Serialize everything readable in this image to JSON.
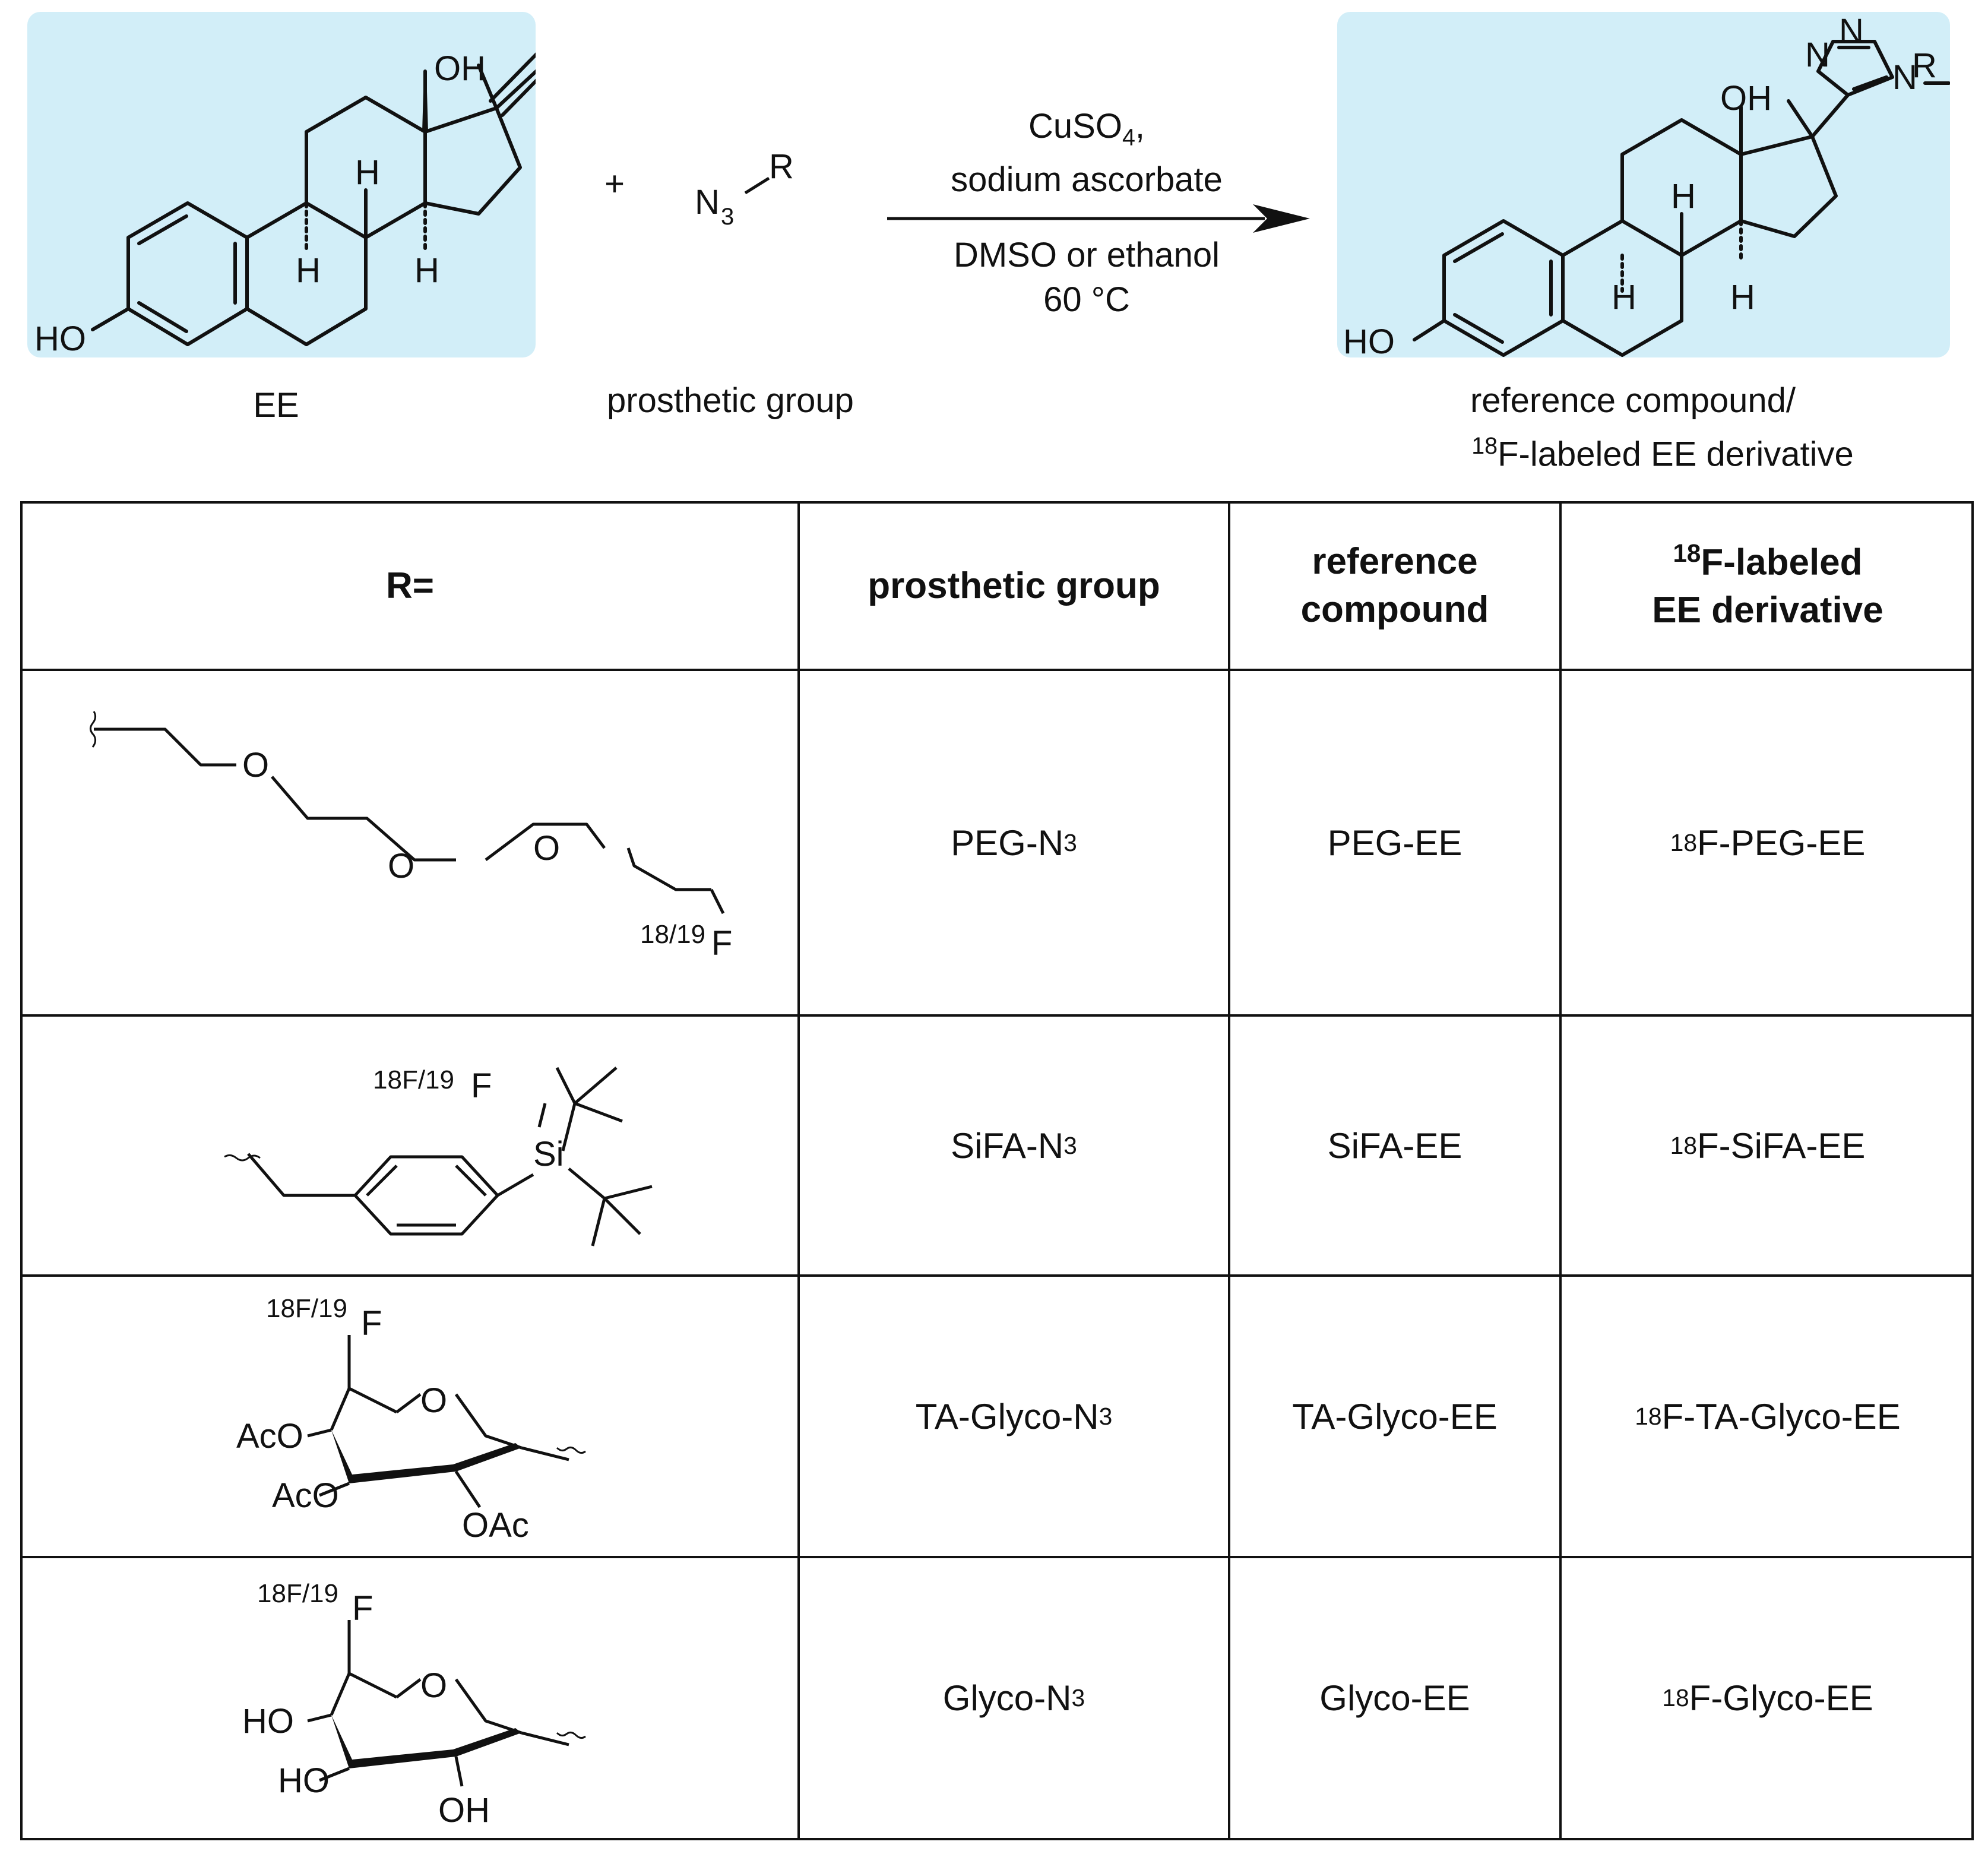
{
  "scheme": {
    "reactant1_label": "EE",
    "plus": "+",
    "reactant2_label": "prosthetic group",
    "azide_n": "N",
    "azide_sub": "3",
    "azide_r": "R",
    "conditions_line1": "CuSO",
    "conditions_line1_sub": "4",
    "conditions_line1_tail": ",",
    "conditions_line2": "sodium ascorbate",
    "conditions_line3": "DMSO or ethanol",
    "conditions_line4": "60 °C",
    "product_label_line1": "reference compound/",
    "product_label_line2_sup": "18",
    "product_label_line2": "F-labeled EE derivative",
    "atoms": {
      "oh": "OH",
      "ho": "HO",
      "h": "H",
      "n": "N",
      "r": "R"
    },
    "highlight_color": "#d2eef8"
  },
  "table": {
    "headers": {
      "r": "R=",
      "prosthetic": "prosthetic group",
      "reference_line1": "reference",
      "reference_line2": "compound",
      "labeled_sup": "18",
      "labeled_line1": "F-labeled",
      "labeled_line2": "EE derivative"
    },
    "rows": [
      {
        "prosthetic": "PEG-N",
        "prosthetic_sub": "3",
        "reference": "PEG-EE",
        "labeled_sup": "18",
        "labeled": "F-PEG-EE",
        "r_atoms": {
          "o": "O",
          "f_sup": "18/19",
          "f": "F"
        }
      },
      {
        "prosthetic": "SiFA-N",
        "prosthetic_sub": "3",
        "reference": "SiFA-EE",
        "labeled_sup": "18",
        "labeled": "F-SiFA-EE",
        "r_atoms": {
          "si": "Si",
          "f_sup": "18F/19",
          "f": "F"
        }
      },
      {
        "prosthetic": "TA-Glyco-N",
        "prosthetic_sub": "3",
        "reference": "TA-Glyco-EE",
        "labeled_sup": "18",
        "labeled": "F-TA-Glyco-EE",
        "r_atoms": {
          "f_sup": "18F/19",
          "f": "F",
          "o": "O",
          "oac1": "AcO",
          "oac2": "AcO",
          "oac3": "OAc"
        }
      },
      {
        "prosthetic": "Glyco-N",
        "prosthetic_sub": "3",
        "reference": "Glyco-EE",
        "labeled_sup": "18",
        "labeled": "F-Glyco-EE",
        "r_atoms": {
          "f_sup": "18F/19",
          "f": "F",
          "o": "O",
          "oh1": "HO",
          "oh2": "HO",
          "oh3": "OH"
        }
      }
    ]
  }
}
